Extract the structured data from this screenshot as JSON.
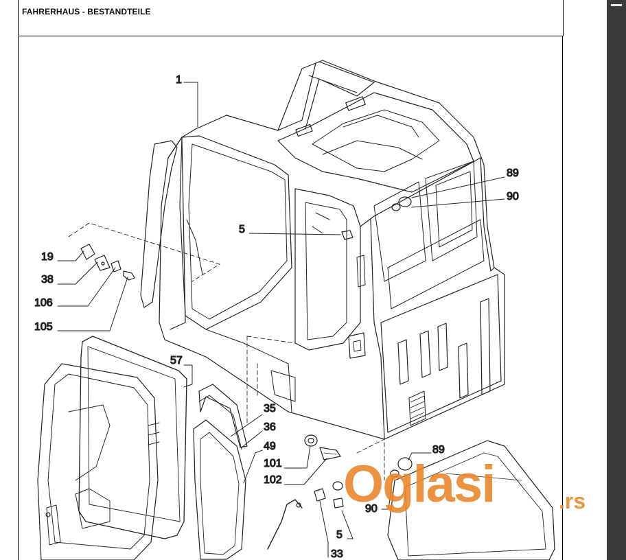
{
  "document": {
    "title": "FAHRERHAUS - BESTANDTEILE"
  },
  "callouts": {
    "c1": "1",
    "c89a": "89",
    "c90a": "90",
    "c5a": "5",
    "c19": "19",
    "c38": "38",
    "c106": "106",
    "c105": "105",
    "c57": "57",
    "c35": "35",
    "c36": "36",
    "c49": "49",
    "c101": "101",
    "c102": "102",
    "c89b": "89",
    "c90b": "90",
    "c5b": "5",
    "c33": "33"
  },
  "watermark": {
    "text": "Oglasi",
    "suffix": ".rs",
    "color": "#e8862a"
  }
}
